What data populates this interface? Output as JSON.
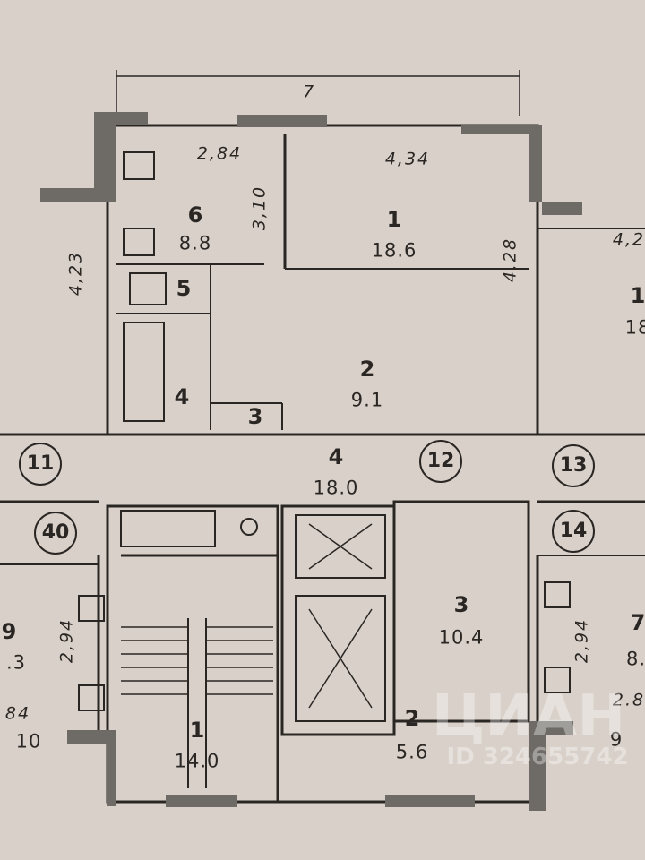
{
  "plan": {
    "overall_dimension": "7",
    "apartment": {
      "rooms": [
        {
          "number": "1",
          "area": "18.6"
        },
        {
          "number": "2",
          "area": "9.1"
        },
        {
          "number": "3",
          "area": ""
        },
        {
          "number": "4",
          "area": ""
        },
        {
          "number": "5",
          "area": ""
        },
        {
          "number": "6",
          "area": "8.8"
        }
      ],
      "dimensions": {
        "kitchen_width": "2,84",
        "kitchen_depth": "3,10",
        "room_width": "4,34",
        "room_depth": "4.28",
        "left_depth": "4,23"
      }
    },
    "corridor": {
      "number": "4",
      "area": "18.0"
    },
    "stair": {
      "number": "1",
      "area": "14.0"
    },
    "lobby": {
      "number": "2",
      "area": "5.6"
    },
    "hall": {
      "number": "3",
      "area": "10.4"
    },
    "apartment_markers": [
      "11",
      "12",
      "13",
      "14",
      "40"
    ],
    "neighbors": {
      "left": {
        "number": "9",
        "area": ".3",
        "dim": "2,94",
        "dim2": "84",
        "axis": "10"
      },
      "right": {
        "number": "7",
        "area": "8.",
        "dim": "2,94",
        "dim2": "2.8",
        "axis": "9",
        "top_dim": "4,2",
        "top_number": "1",
        "top_area": "18"
      }
    },
    "watermark": {
      "brand": "ЦИАН",
      "id": "ID 324655742"
    }
  }
}
